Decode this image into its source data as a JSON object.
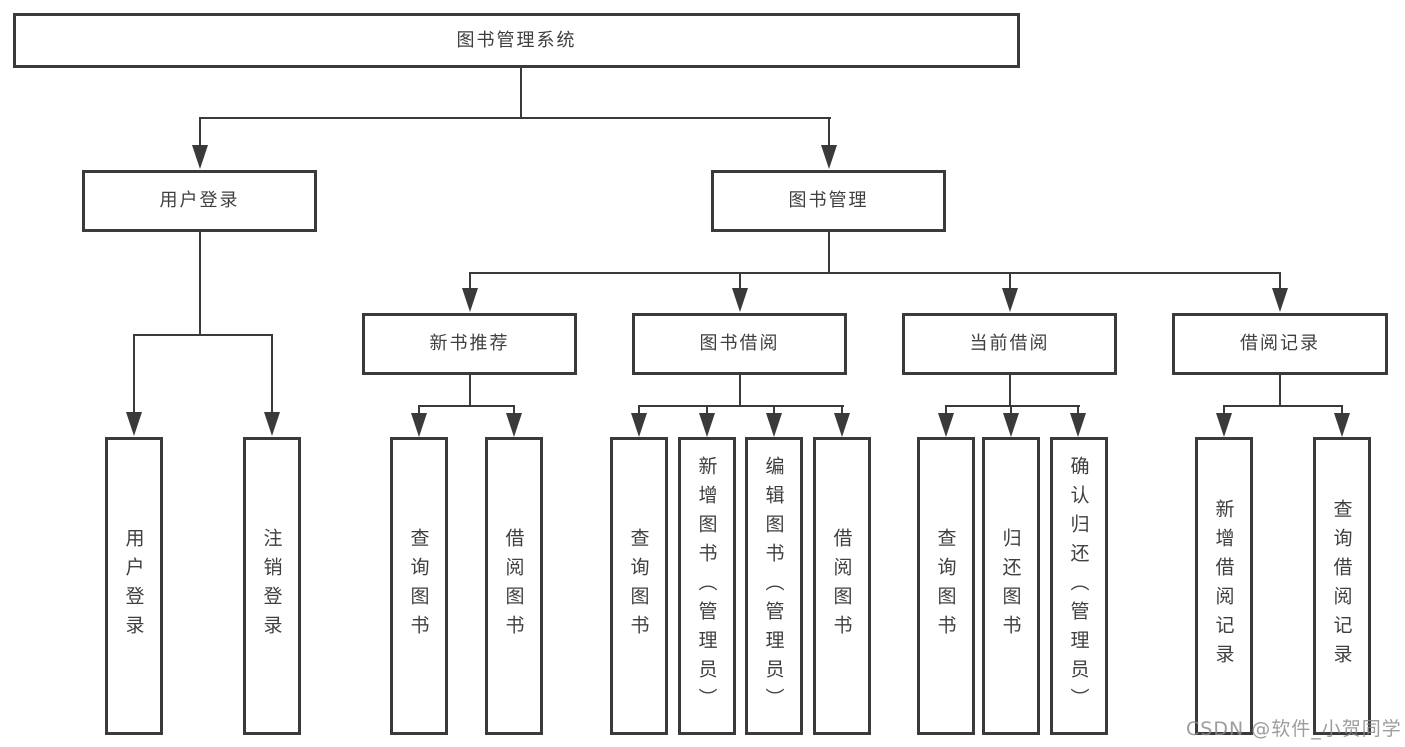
{
  "tree": {
    "root": {
      "label": "图书管理系统"
    },
    "branches": [
      {
        "label": "用户登录",
        "leaves": [
          {
            "label": "用户登录"
          },
          {
            "label": "注销登录"
          }
        ]
      },
      {
        "label": "图书管理",
        "groups": [
          {
            "label": "新书推荐",
            "leaves": [
              {
                "label": "查询图书"
              },
              {
                "label": "借阅图书"
              }
            ]
          },
          {
            "label": "图书借阅",
            "leaves": [
              {
                "label": "查询图书"
              },
              {
                "label": "新增图书（管理员）"
              },
              {
                "label": "编辑图书（管理员）"
              },
              {
                "label": "借阅图书"
              }
            ]
          },
          {
            "label": "当前借阅",
            "leaves": [
              {
                "label": "查询图书"
              },
              {
                "label": "归还图书"
              },
              {
                "label": "确认归还（管理员）"
              }
            ]
          },
          {
            "label": "借阅记录",
            "leaves": [
              {
                "label": "新增借阅记录"
              },
              {
                "label": "查询借阅记录"
              }
            ]
          }
        ]
      }
    ]
  },
  "watermark": {
    "text": "CSDN @软件_小贺同学"
  },
  "colors": {
    "line": "#3a3a3a",
    "text": "#3f3f3f",
    "watermark": "#8c8c8c",
    "background": "#ffffff"
  }
}
